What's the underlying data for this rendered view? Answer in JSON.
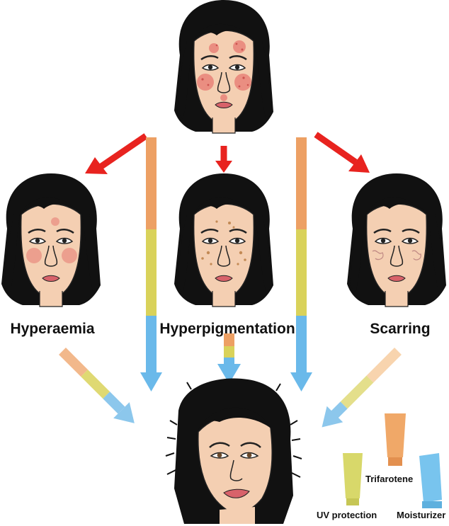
{
  "labels": {
    "hyperaemia": "Hyperaemia",
    "hyperpigmentation": "Hyperpigmentation",
    "scarring": "Scarring",
    "trifarotene": "Trifarotene",
    "uv_protection": "UV protection",
    "moisturizer": "Moisturizer"
  },
  "colors": {
    "arrow_red": "#e8231f",
    "band_orange": "#eda064",
    "band_yellow": "#d9d25a",
    "band_blue": "#6ab9ea",
    "tube_orange": "#f0a868",
    "tube_yellow": "#d8d86a",
    "tube_blue": "#78c4ee"
  }
}
